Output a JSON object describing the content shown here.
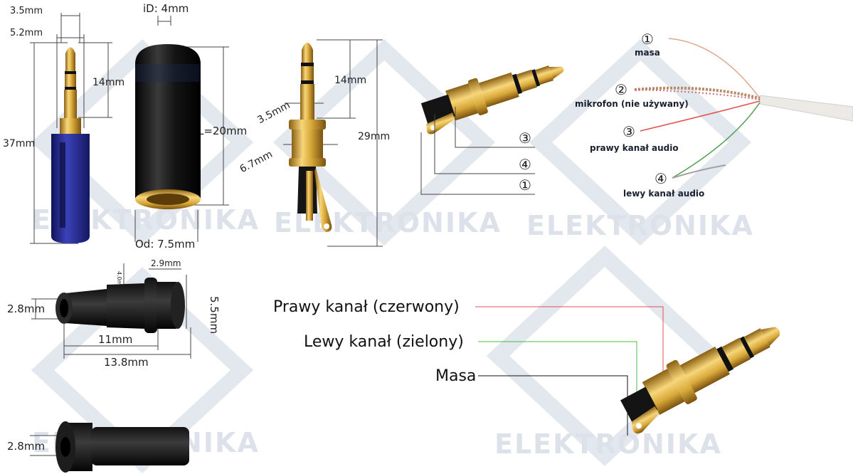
{
  "watermark": {
    "text": "ELEKTRONIKA"
  },
  "plug_dims": {
    "tip_width": "3.5mm",
    "body_width": "5.2mm",
    "tip_length": "14mm",
    "total_length": "37mm"
  },
  "cap_dims": {
    "inner_diameter": "iD: 4mm",
    "length": "L=20mm",
    "outer_diameter": "Od: 7.5mm"
  },
  "gold_plug_dims": {
    "tip_width": "3.5mm",
    "collar_width": "6.7mm",
    "tip_length": "14mm",
    "total_length": "29mm"
  },
  "pin_markers": [
    "③",
    "④",
    "①"
  ],
  "cable": {
    "wires": [
      {
        "num": "①",
        "label": "masa"
      },
      {
        "num": "②",
        "label": "mikrofon (nie używany)"
      },
      {
        "num": "③",
        "label": "prawy kanał audio"
      },
      {
        "num": "④",
        "label": "lewy kanał audio"
      }
    ]
  },
  "sleeve_dims": {
    "inner": "2.8mm",
    "small": "4.0mm",
    "flange": "2.9mm",
    "flange_diameter": "5.5mm",
    "body_length": "11mm",
    "total_length": "13.8mm"
  },
  "sleeve2_dims": {
    "inner": "2.8mm"
  },
  "wiring_legend": [
    {
      "label": "Prawy kanał (czerwony)",
      "color": "#e05050"
    },
    {
      "label": "Lewy kanał (zielony)",
      "color": "#40c040"
    },
    {
      "label": "Masa",
      "color": "#111111"
    }
  ],
  "colors": {
    "gold": "#d9a93a",
    "blue_handle": "#2a2f8f",
    "black_cap": "#1a1a1a",
    "watermark": "#dde2ea"
  }
}
